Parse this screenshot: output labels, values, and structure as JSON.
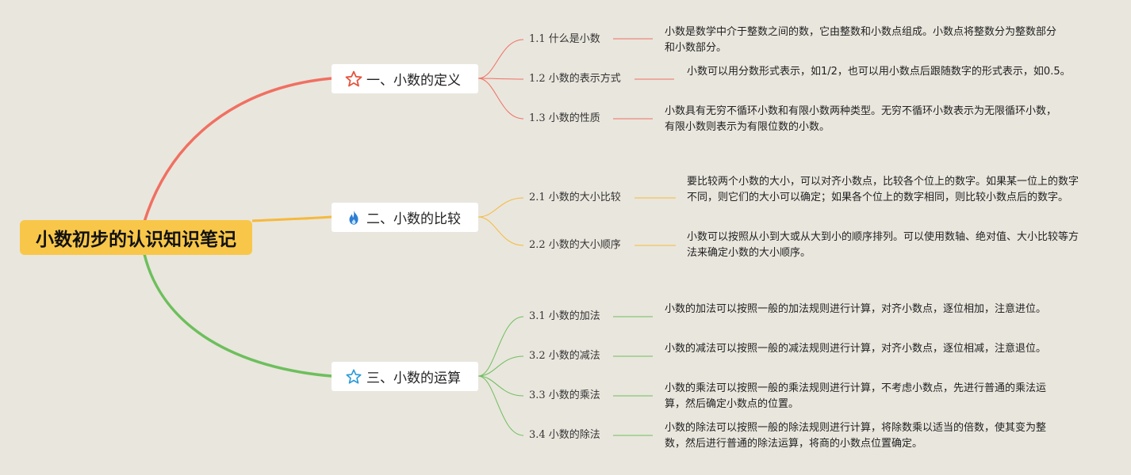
{
  "root": {
    "title": "小数初步的认识知识笔记"
  },
  "colors": {
    "b1": "#f07062",
    "b2": "#f6b93b",
    "b3": "#6dbf5c",
    "root_bg": "#f8c74a"
  },
  "branches": [
    {
      "label": "一、小数的定义",
      "icon": "star-outline-red-icon",
      "items": [
        {
          "label": "1.1 什么是小数",
          "note": "小数是数学中介于整数之间的数，它由整数和小数点组成。小数点将整数分为整数部分和小数部分。"
        },
        {
          "label": "1.2 小数的表示方式",
          "note": "小数可以用分数形式表示，如1/2，也可以用小数点后跟随数字的形式表示，如0.5。"
        },
        {
          "label": "1.3 小数的性质",
          "note": "小数具有无穷不循环小数和有限小数两种类型。无穷不循环小数表示为无限循环小数，有限小数则表示为有限位数的小数。"
        }
      ]
    },
    {
      "label": "二、小数的比较",
      "icon": "fire-icon",
      "items": [
        {
          "label": "2.1 小数的大小比较",
          "note": "要比较两个小数的大小，可以对齐小数点，比较各个位上的数字。如果某一位上的数字不同，则它们的大小可以确定；如果各个位上的数字相同，则比较小数点后的数字。"
        },
        {
          "label": "2.2 小数的大小顺序",
          "note": "小数可以按照从小到大或从大到小的顺序排列。可以使用数轴、绝对值、大小比较等方法来确定小数的大小顺序。"
        }
      ]
    },
    {
      "label": "三、小数的运算",
      "icon": "star-outline-blue-icon",
      "items": [
        {
          "label": "3.1 小数的加法",
          "note": "小数的加法可以按照一般的加法规则进行计算，对齐小数点，逐位相加，注意进位。"
        },
        {
          "label": "3.2 小数的减法",
          "note": "小数的减法可以按照一般的减法规则进行计算，对齐小数点，逐位相减，注意退位。"
        },
        {
          "label": "3.3 小数的乘法",
          "note": "小数的乘法可以按照一般的乘法规则进行计算，不考虑小数点，先进行普通的乘法运算，然后确定小数点的位置。"
        },
        {
          "label": "3.4 小数的除法",
          "note": "小数的除法可以按照一般的除法规则进行计算，将除数乘以适当的倍数，使其变为整数，然后进行普通的除法运算，将商的小数点位置确定。"
        }
      ]
    }
  ]
}
